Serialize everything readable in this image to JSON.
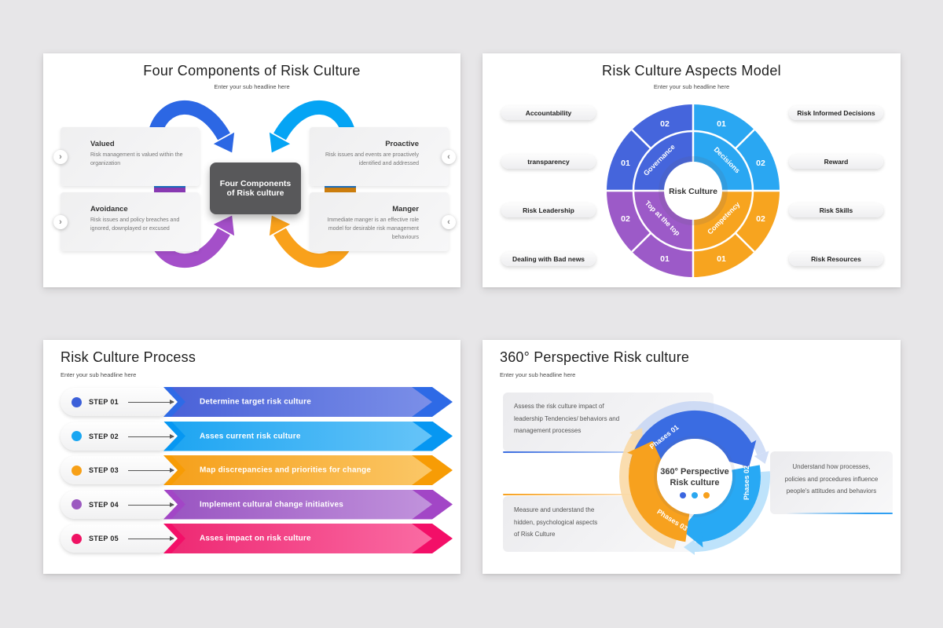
{
  "s1": {
    "title": "Four Components of Risk Culture",
    "subtitle": "Enter your sub headline here",
    "center_label": "Four Components of Risk culture",
    "cards": [
      {
        "title": "Valued",
        "desc": "Risk management is valued within the organization",
        "chevron": "›"
      },
      {
        "title": "Avoidance",
        "desc": "Risk issues and policy breaches and ignored, downplayed or excused",
        "chevron": "›"
      },
      {
        "title": "Proactive",
        "desc": "Risk issues and events are proactively identified and addressed",
        "chevron": "‹"
      },
      {
        "title": "Manger",
        "desc": "Immediate manger is an effective role model for desirable risk management behaviours",
        "chevron": "‹"
      }
    ],
    "arrow_colors": {
      "blue": "#2c67e4",
      "cyan": "#05a4f4",
      "purple": "#a44fc9",
      "orange": "#f9a11b"
    }
  },
  "s2": {
    "title": "Risk Culture Aspects Model",
    "subtitle": "Enter your sub headline here",
    "center_label": "Risk Culture",
    "left_labels": [
      "Accountability",
      "transparency",
      "Risk Leadership",
      "Dealing with Bad news"
    ],
    "right_labels": [
      "Risk Informed Decisions",
      "Reward",
      "Risk Skills",
      "Risk Resources"
    ],
    "quadrants": [
      {
        "name": "Governance",
        "color": "#4565dc",
        "num_a": "02",
        "num_b": "01"
      },
      {
        "name": "Decisions",
        "color": "#2aa7f2",
        "num_a": "01",
        "num_b": "02"
      },
      {
        "name": "Top at the top",
        "color": "#9c5ac8",
        "num_a": "02",
        "num_b": "01"
      },
      {
        "name": "Competency",
        "color": "#f7a41f",
        "num_a": "01",
        "num_b": "02"
      }
    ]
  },
  "s3": {
    "title": "Risk Culture Process",
    "subtitle": "Enter your sub headline here",
    "steps": [
      {
        "label": "STEP 01",
        "text": "Determine target risk culture",
        "color": "#3b5fd9"
      },
      {
        "label": "STEP 02",
        "text": "Asses current risk culture",
        "color": "#18a6f2"
      },
      {
        "label": "STEP 03",
        "text": "Map discrepancies and priorities for change",
        "color": "#f7a017"
      },
      {
        "label": "STEP 04",
        "text": "Implement cultural change initiatives",
        "color": "#9b59c0"
      },
      {
        "label": "STEP 05",
        "text": "Asses impact on risk culture",
        "color": "#ef1263"
      }
    ]
  },
  "s4": {
    "title": "360° Perspective Risk culture",
    "subtitle": "Enter your sub headline here",
    "center_line1": "360° Perspective",
    "center_line2": "Risk culture",
    "phases": [
      {
        "label": "Phases 01",
        "color": "#3a6ce2"
      },
      {
        "label": "Phases 02",
        "color": "#28a9f4"
      },
      {
        "label": "Phases 03",
        "color": "#f7a11e"
      }
    ],
    "notes": [
      {
        "line1": "Assess the risk culture impact of",
        "line2": "leadership Tendencies/ behaviors and",
        "line3": "management processes"
      },
      {
        "line1": "Understand how processes,",
        "line2": "policies and procedures influence",
        "line3": "people's attitudes and behaviors"
      },
      {
        "line1": "Measure and understand the",
        "line2": "hidden, psychological aspects",
        "line3": "of Risk Culture"
      }
    ]
  }
}
